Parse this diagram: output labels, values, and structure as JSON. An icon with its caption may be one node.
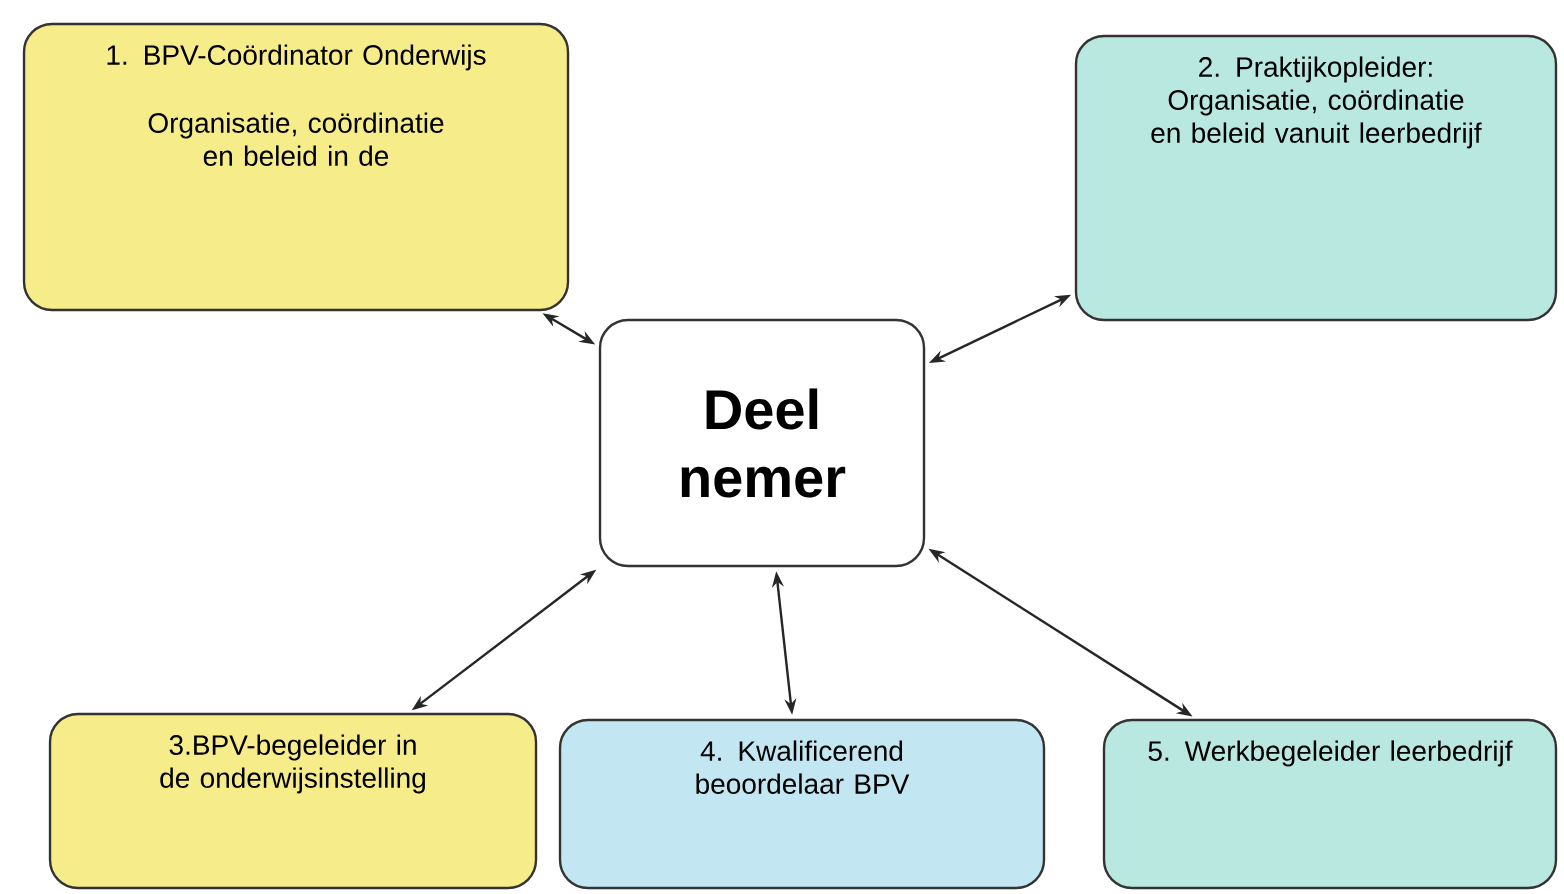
{
  "diagram": {
    "nodes": [
      {
        "text": [
          "1. BPV-Coördinator Onderwijs",
          "Organisatie, coördinatie en beleid in de"
        ]
      },
      {
        "text": [
          "2. Praktijkopleider: Organisatie, coördinatie en beleid vanuit leerbedrijf"
        ]
      },
      {
        "text": [
          "Deel nemer"
        ]
      },
      {
        "text": [
          "3.BPV-begeleider in de onderwijsinstelling"
        ]
      },
      {
        "text": [
          "4. Kwalificerend beoordelaar BPV"
        ]
      },
      {
        "text": [
          "5. Werkbegeleider leerbedrijf"
        ]
      }
    ],
    "edges": [
      {
        "from": 2,
        "to": 0,
        "arrow": "both"
      },
      {
        "from": 2,
        "to": 1,
        "arrow": "both"
      },
      {
        "from": 2,
        "to": 3,
        "arrow": "both"
      },
      {
        "from": 2,
        "to": 4,
        "arrow": "both"
      },
      {
        "from": 2,
        "to": 5,
        "arrow": "both"
      }
    ]
  }
}
